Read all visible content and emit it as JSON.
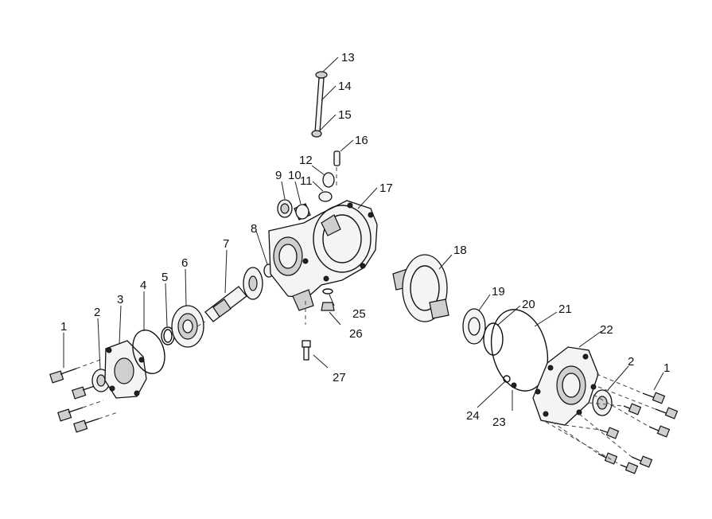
{
  "diagram": {
    "callouts": [
      {
        "id": "c1l",
        "text": "1"
      },
      {
        "id": "c2l",
        "text": "2"
      },
      {
        "id": "c3",
        "text": "3"
      },
      {
        "id": "c4",
        "text": "4"
      },
      {
        "id": "c5",
        "text": "5"
      },
      {
        "id": "c6",
        "text": "6"
      },
      {
        "id": "c7",
        "text": "7"
      },
      {
        "id": "c8",
        "text": "8"
      },
      {
        "id": "c9",
        "text": "9"
      },
      {
        "id": "c10",
        "text": "10"
      },
      {
        "id": "c11",
        "text": "11"
      },
      {
        "id": "c12",
        "text": "12"
      },
      {
        "id": "c13",
        "text": "13"
      },
      {
        "id": "c14",
        "text": "14"
      },
      {
        "id": "c15",
        "text": "15"
      },
      {
        "id": "c16",
        "text": "16"
      },
      {
        "id": "c17",
        "text": "17"
      },
      {
        "id": "c18",
        "text": "18"
      },
      {
        "id": "c19",
        "text": "19"
      },
      {
        "id": "c20",
        "text": "20"
      },
      {
        "id": "c21",
        "text": "21"
      },
      {
        "id": "c22",
        "text": "22"
      },
      {
        "id": "c2r",
        "text": "2"
      },
      {
        "id": "c1r",
        "text": "1"
      },
      {
        "id": "c23",
        "text": "23"
      },
      {
        "id": "c24",
        "text": "24"
      },
      {
        "id": "c25",
        "text": "25"
      },
      {
        "id": "c26",
        "text": "26"
      },
      {
        "id": "c27",
        "text": "27"
      }
    ]
  }
}
